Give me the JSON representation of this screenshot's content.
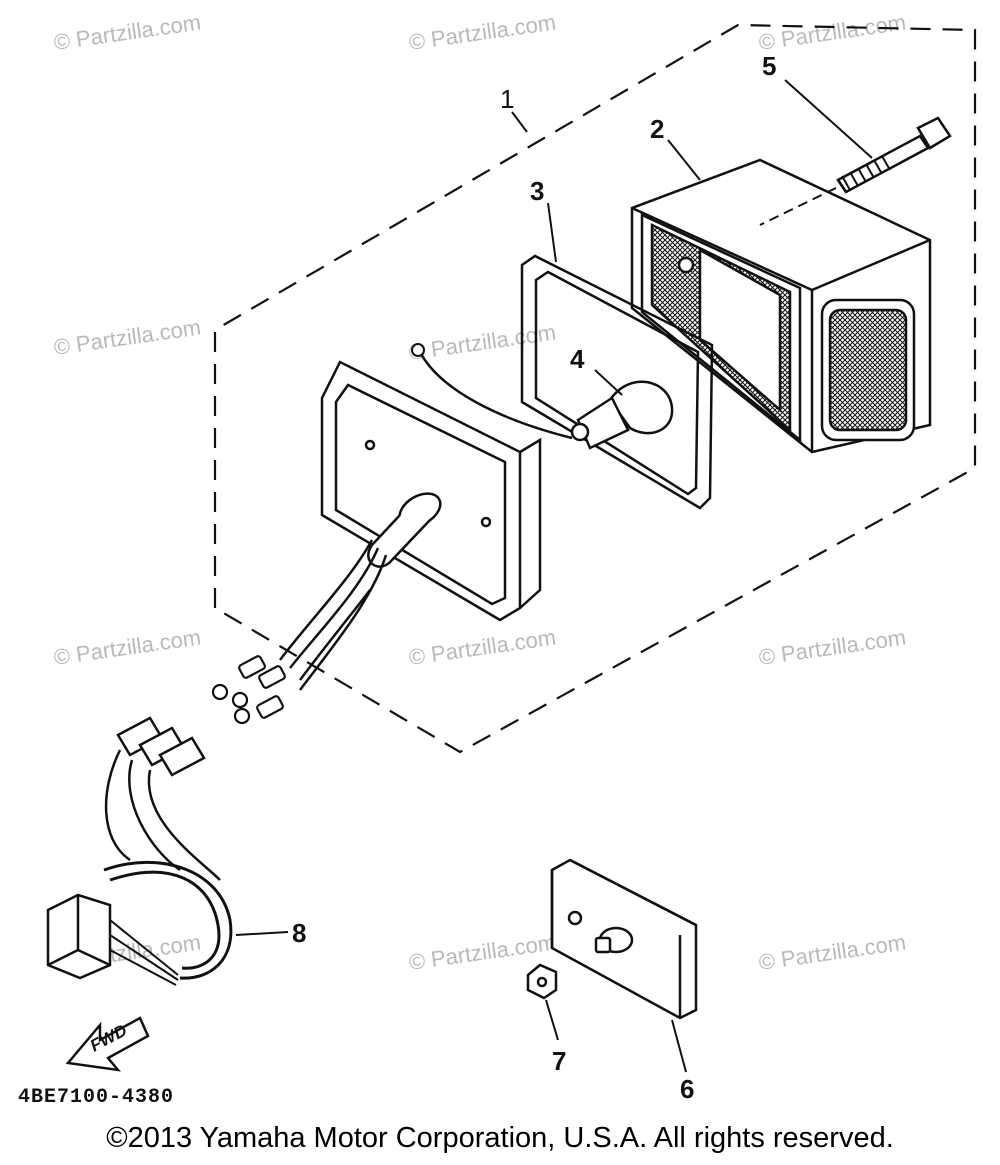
{
  "watermark": "© Partzilla.com",
  "callouts": {
    "p1": "1",
    "p2": "2",
    "p3": "3",
    "p4": "4",
    "p5": "5",
    "p6": "6",
    "p7": "7",
    "p8": "8"
  },
  "fwd_label": "FWD",
  "part_code": "4BE7100-4380",
  "copyright": "©2013 Yamaha Motor Corporation, U.S.A. All rights reserved."
}
